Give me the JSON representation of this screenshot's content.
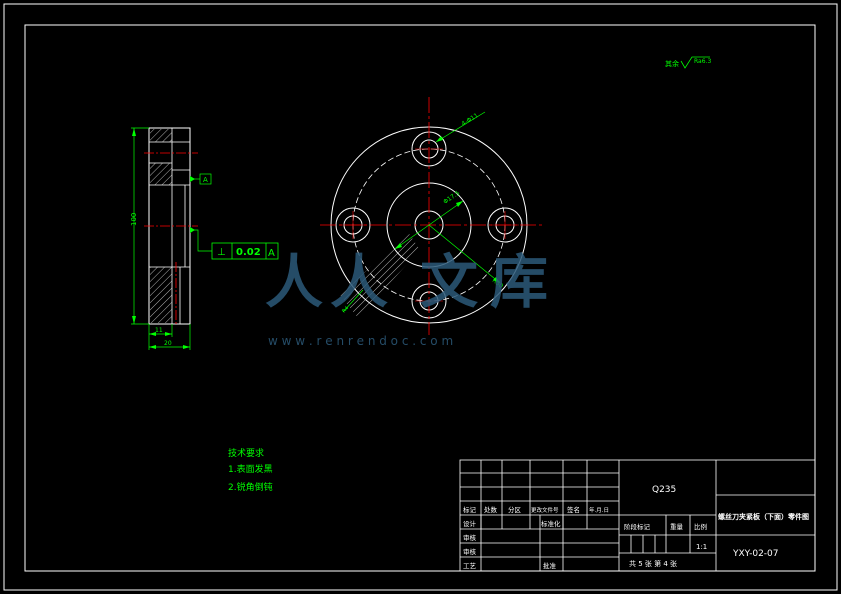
{
  "colors": {
    "background": "#000000",
    "outline": "#ffffff",
    "dimension": "#00ff00",
    "centerline": "#ff0000",
    "cut": "#ff0000",
    "watermark": "#2c5a7a"
  },
  "roughness": {
    "label": "其余",
    "value": "Ra6.3"
  },
  "side_view": {
    "height_dim": "100",
    "width_dim_inner": "11",
    "width_dim_outer": "20",
    "datum": "A",
    "tolerance_symbol": "⊥",
    "tolerance_value": "0.02",
    "tolerance_datum": "A"
  },
  "front_view": {
    "hole_dim": "4-Φ11",
    "center_dim": "Φ17.5",
    "radius_dim": "R50",
    "chamfer_dim": "R4"
  },
  "watermark": {
    "letters": [
      "人",
      "人",
      "文",
      "库"
    ],
    "url": "w w w . r e n r e n d o c . c o m"
  },
  "tech_requirements": {
    "title": "技术要求",
    "items": [
      "1.表面发黑",
      "2.锐角倒钝"
    ]
  },
  "title_block": {
    "material": "Q235",
    "part_name": "螺丝刀夹紧板（下面）零件图",
    "drawing_no": "YXY-02-07",
    "header_row": [
      "标记",
      "处数",
      "分区",
      "更改文件号",
      "签名",
      "年.月.日"
    ],
    "design": "设计",
    "standardize": "标准化",
    "check": "审核",
    "audit": "审核",
    "craft": "工艺",
    "approve": "批准",
    "stage_mark": "阶段标记",
    "weight": "重量",
    "scale": "比例",
    "scale_value": "1:1",
    "sheet_info": "共 5 张  第 4 张"
  }
}
